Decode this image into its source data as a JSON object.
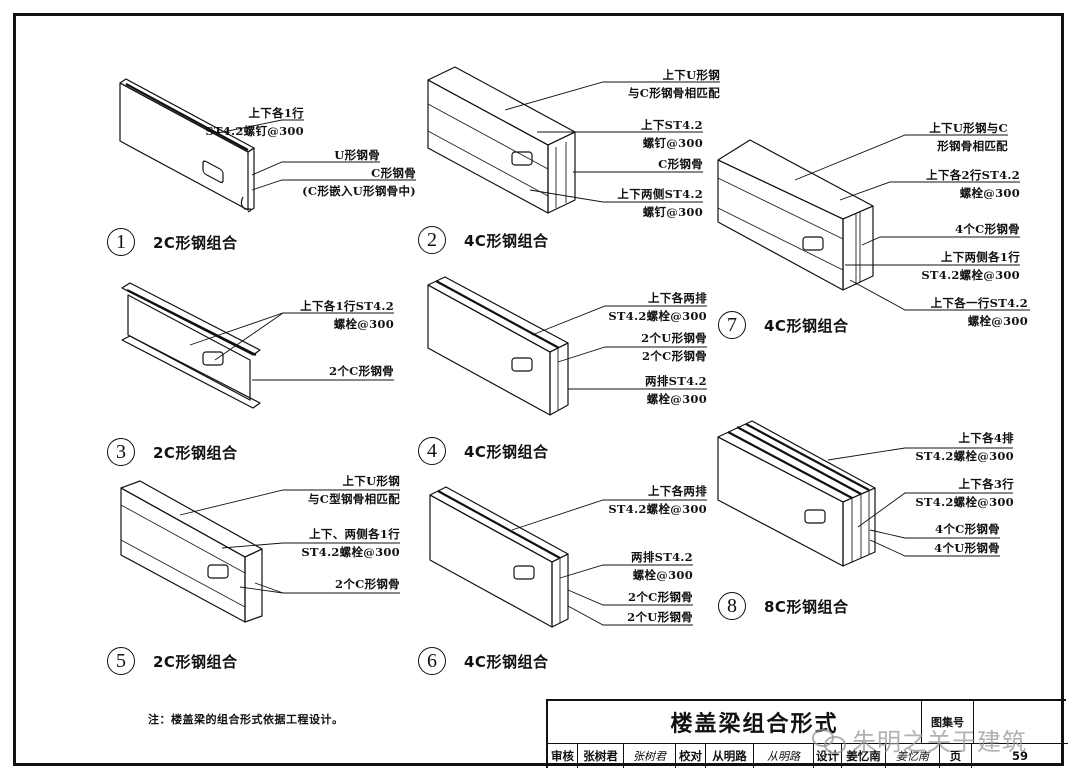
{
  "figures": [
    {
      "number": "1",
      "title": "2C形钢组合",
      "labels": [
        [
          "上下各1行",
          "ST4.2螺钉@300"
        ],
        [
          "U形钢骨"
        ],
        [
          "C形钢骨",
          "(C形嵌入U形钢骨中)"
        ]
      ]
    },
    {
      "number": "2",
      "title": "4C形钢组合",
      "labels": [
        [
          "上下U形钢",
          "与C形钢骨相匹配"
        ],
        [
          "上下ST4.2",
          "螺钉@300"
        ],
        [
          "C形钢骨"
        ],
        [
          "上下两侧ST4.2",
          "螺钉@300"
        ]
      ]
    },
    {
      "number": "3",
      "title": "2C形钢组合",
      "labels": [
        [
          "上下各1行ST4.2",
          "螺栓@300"
        ],
        [
          "2个C形钢骨"
        ]
      ]
    },
    {
      "number": "4",
      "title": "4C形钢组合",
      "labels": [
        [
          "上下各两排",
          "ST4.2螺栓@300"
        ],
        [
          "2个U形钢骨",
          "2个C形钢骨"
        ],
        [
          "两排ST4.2",
          "螺栓@300"
        ]
      ]
    },
    {
      "number": "5",
      "title": "2C形钢组合",
      "labels": [
        [
          "上下U形钢",
          "与C型钢骨相匹配"
        ],
        [
          "上下、两侧各1行",
          "ST4.2螺栓@300"
        ],
        [
          "2个C形钢骨"
        ]
      ]
    },
    {
      "number": "6",
      "title": "4C形钢组合",
      "labels": [
        [
          "上下各两排",
          "ST4.2螺栓@300"
        ],
        [
          "两排ST4.2",
          "螺栓@300"
        ],
        [
          "2个C形钢骨"
        ],
        [
          "2个U形钢骨"
        ]
      ]
    },
    {
      "number": "7",
      "title": "4C形钢组合",
      "labels": [
        [
          "上下U形钢与C",
          "形钢骨相匹配"
        ],
        [
          "上下各2行ST4.2",
          "螺栓@300"
        ],
        [
          "4个C形钢骨"
        ],
        [
          "上下两侧各1行",
          "ST4.2螺栓@300"
        ],
        [
          "上下各一行ST4.2",
          "螺栓@300"
        ]
      ]
    },
    {
      "number": "8",
      "title": "8C形钢组合",
      "labels": [
        [
          "上下各4排",
          "ST4.2螺栓@300"
        ],
        [
          "上下各3行",
          "ST4.2螺栓@300"
        ],
        [
          "4个C形钢骨"
        ],
        [
          "4个U形钢骨"
        ]
      ]
    }
  ],
  "note": "注：楼盖梁的组合形式依据工程设计。",
  "title_block": {
    "title": "楼盖梁组合形式",
    "atlas_label": "图集号",
    "atlas_value": "",
    "row": [
      {
        "text": "审核",
        "kind": "label"
      },
      {
        "text": "张树君",
        "kind": "name"
      },
      {
        "text": "张树君",
        "kind": "signature"
      },
      {
        "text": "校对",
        "kind": "label"
      },
      {
        "text": "从明路",
        "kind": "name"
      },
      {
        "text": "从明路",
        "kind": "signature"
      },
      {
        "text": "设计",
        "kind": "label"
      },
      {
        "text": "姜忆南",
        "kind": "name"
      },
      {
        "text": "姜忆南",
        "kind": "signature"
      },
      {
        "text": "页",
        "kind": "label"
      },
      {
        "text": "59",
        "kind": "value"
      }
    ]
  },
  "watermark": "朱明之关于建筑",
  "watermark_icon": "wechat-icon"
}
